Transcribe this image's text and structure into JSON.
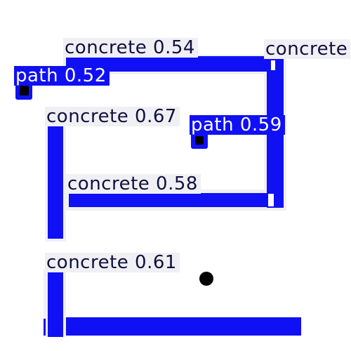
{
  "colors": {
    "concrete_box": "#1010f5",
    "path_box": "#1010f5",
    "concrete_label_bg": "#f0f0f4",
    "concrete_label_text": "#101040",
    "path_label_text": "#ffffff",
    "marker": "#000000"
  },
  "detections": [
    {
      "label": "concrete 0.54",
      "class": "concrete",
      "score": 0.54
    },
    {
      "label": "concrete",
      "class": "concrete",
      "score": null
    },
    {
      "label": "path 0.52",
      "class": "path",
      "score": 0.52
    },
    {
      "label": "concrete 0.67",
      "class": "concrete",
      "score": 0.67
    },
    {
      "label": "path 0.59",
      "class": "path",
      "score": 0.59
    },
    {
      "label": "concrete 0.58",
      "class": "concrete",
      "score": 0.58
    },
    {
      "label": "concrete 0.61",
      "class": "concrete",
      "score": 0.61
    }
  ]
}
